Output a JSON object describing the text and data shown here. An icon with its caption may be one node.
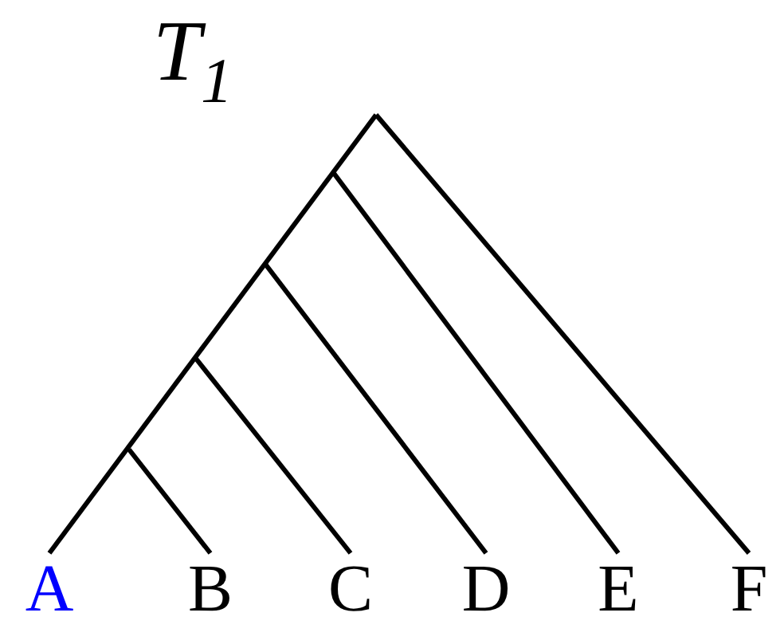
{
  "diagram": {
    "title": "T$_{1}$",
    "nodes": [
      {
        "text": [
          "A"
        ]
      },
      {
        "text": [
          "B"
        ]
      },
      {
        "text": [
          "C"
        ]
      },
      {
        "text": [
          "D"
        ]
      },
      {
        "text": [
          "E"
        ]
      },
      {
        "text": [
          "F"
        ]
      }
    ],
    "edges": [
      {
        "from": null,
        "to": 0,
        "arrow": "none"
      },
      {
        "from": null,
        "to": 1,
        "arrow": "none"
      },
      {
        "from": null,
        "to": 2,
        "arrow": "none"
      },
      {
        "from": null,
        "to": 3,
        "arrow": "none"
      },
      {
        "from": null,
        "to": 4,
        "arrow": "none"
      },
      {
        "from": null,
        "to": 5,
        "arrow": "none"
      }
    ]
  }
}
